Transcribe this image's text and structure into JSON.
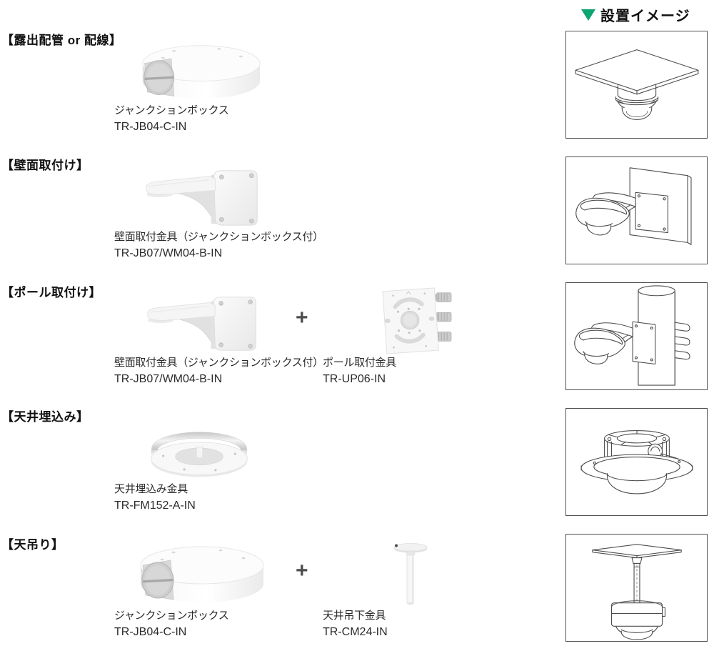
{
  "header": {
    "marker_icon": "down-triangle-icon",
    "title": "設置イメージ",
    "accent_color": "#0aa572"
  },
  "plus_sign": "+",
  "sections": [
    {
      "heading": "【露出配管 or 配線】",
      "products": [
        {
          "name": "ジャンクションボックス",
          "model": "TR-JB04-C-IN",
          "image_icon": "junction-box-product-image"
        }
      ],
      "install_icon": "ceiling-surface-install-drawing"
    },
    {
      "heading": "【壁面取付け】",
      "products": [
        {
          "name": "壁面取付金具（ジャンクションボックス付）",
          "model": "TR-JB07/WM04-B-IN",
          "image_icon": "wall-bracket-product-image"
        }
      ],
      "install_icon": "wall-mount-install-drawing"
    },
    {
      "heading": "【ポール取付け】",
      "products": [
        {
          "name": "壁面取付金具（ジャンクションボックス付）",
          "model": "TR-JB07/WM04-B-IN",
          "image_icon": "wall-bracket-product-image"
        },
        {
          "name": "ポール取付金具",
          "model": "TR-UP06-IN",
          "image_icon": "pole-mount-plate-product-image"
        }
      ],
      "install_icon": "pole-mount-install-drawing"
    },
    {
      "heading": "【天井埋込み】",
      "products": [
        {
          "name": "天井埋込み金具",
          "model": "TR-FM152-A-IN",
          "image_icon": "recessed-ring-product-image"
        }
      ],
      "install_icon": "ceiling-recessed-install-drawing"
    },
    {
      "heading": "【天吊り】",
      "products": [
        {
          "name": "ジャンクションボックス",
          "model": "TR-JB04-C-IN",
          "image_icon": "junction-box-product-image"
        },
        {
          "name": "天井吊下金具",
          "model": "TR-CM24-IN",
          "image_icon": "ceiling-pendant-pole-product-image"
        }
      ],
      "install_icon": "ceiling-pendant-install-drawing"
    }
  ]
}
